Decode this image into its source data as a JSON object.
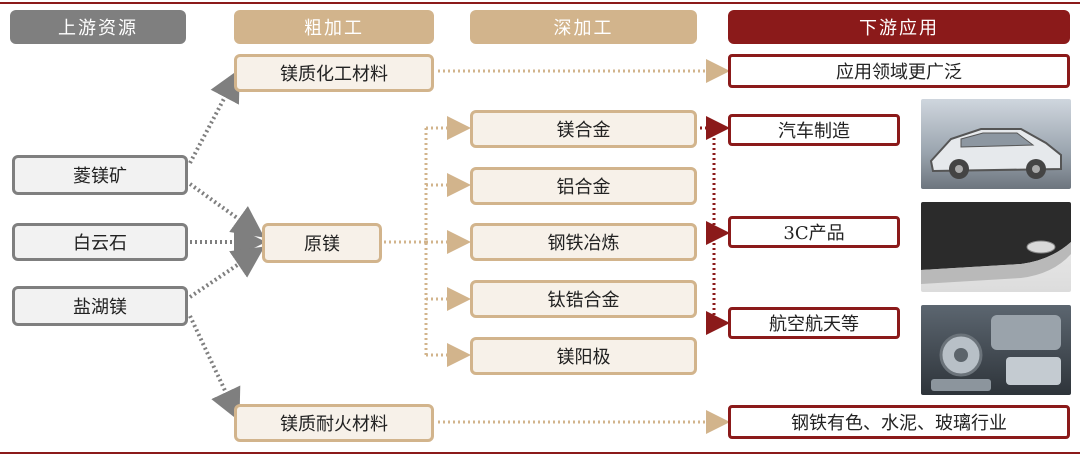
{
  "headers": {
    "upstream": "上游资源",
    "rough": "粗加工",
    "deep": "深加工",
    "downstream": "下游应用"
  },
  "upstream": [
    "菱镁矿",
    "白云石",
    "盐湖镁"
  ],
  "rough": {
    "chemical": "镁质化工材料",
    "primary": "原镁",
    "refractory": "镁质耐火材料"
  },
  "deep": [
    "镁合金",
    "铝合金",
    "钢铁冶炼",
    "钛锆合金",
    "镁阳极"
  ],
  "downstream": {
    "wide": "应用领域更广泛",
    "auto": "汽车制造",
    "product3c": "3C产品",
    "aero": "航空航天等",
    "industry": "钢铁有色、水泥、玻璃行业"
  },
  "colors": {
    "gray": "#7f7f7f",
    "tan": "#d2b48c",
    "red": "#8B1A1A"
  }
}
